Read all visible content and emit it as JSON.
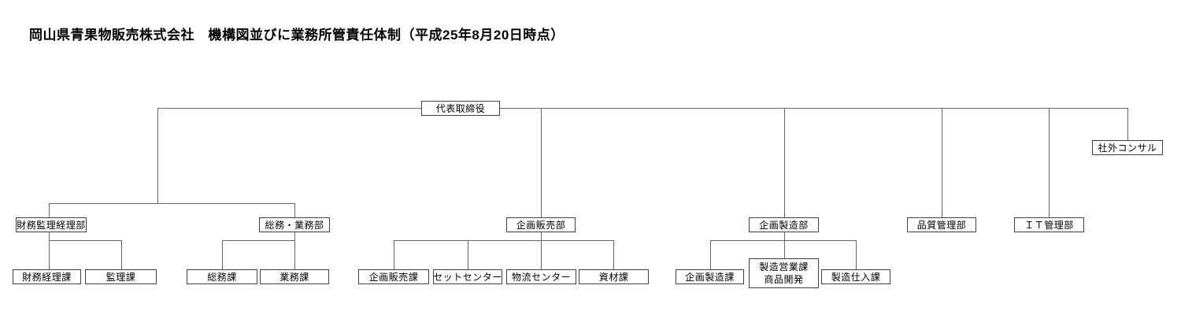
{
  "title": "岡山県青果物販売株式会社　機構図並びに業務所管責任体制（平成25年8月20日時点）",
  "colors": {
    "background": "#ffffff",
    "connector_line": "#666666",
    "box_border": "#404040",
    "box_background": "#ffffff",
    "text": "#000000"
  },
  "org": {
    "root": {
      "label": "代表取締役"
    },
    "advisor": {
      "label": "社外コンサル"
    },
    "departments": [
      {
        "label": "財務監理経理部",
        "children": [
          {
            "label": "財務経理課"
          },
          {
            "label": "監理課"
          }
        ]
      },
      {
        "label": "総務・業務部",
        "children": [
          {
            "label": "総務課"
          },
          {
            "label": "業務課"
          }
        ]
      },
      {
        "label": "企画販売部",
        "children": [
          {
            "label": "企画販売課"
          },
          {
            "label": "セットセンター"
          },
          {
            "label": "物流センター"
          },
          {
            "label": "資材課"
          }
        ]
      },
      {
        "label": "企画製造部",
        "children": [
          {
            "label": "企画製造課"
          },
          {
            "label_lines": [
              "製造営業課",
              "商品開発"
            ]
          },
          {
            "label": "製造仕入課"
          }
        ]
      },
      {
        "label": "品質管理部",
        "children": []
      },
      {
        "label": "ＩＴ管理部",
        "children": []
      }
    ]
  }
}
